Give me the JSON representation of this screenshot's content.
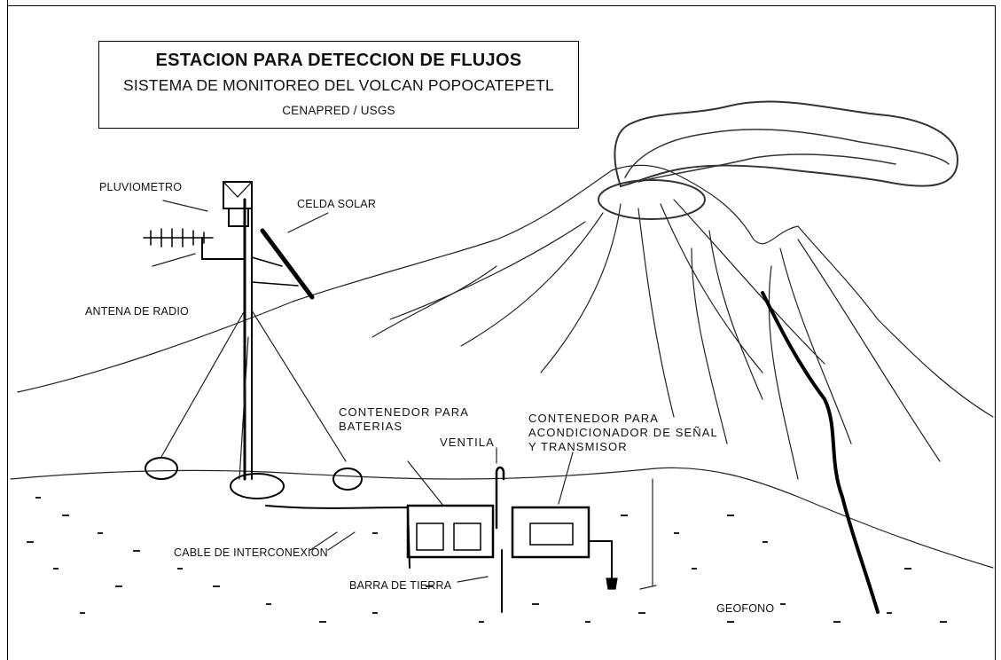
{
  "header": {
    "title": "ESTACION PARA DETECCION DE FLUJOS",
    "subtitle": "SISTEMA DE MONITOREO DEL VOLCAN POPOCATEPETL",
    "credit": "CENAPRED / USGS"
  },
  "labels": {
    "pluviometro": "PLUVIOMETRO",
    "celda_solar": "CELDA SOLAR",
    "antena": "ANTENA DE RADIO",
    "contenedor_baterias_1": "CONTENEDOR PARA",
    "contenedor_baterias_2": "BATERIAS",
    "ventila": "VENTILA",
    "contenedor_senal_1": "CONTENEDOR PARA",
    "contenedor_senal_2": "ACONDICIONADOR DE SEÑAL",
    "contenedor_senal_3": "Y TRANSMISOR",
    "cable": "CABLE DE INTERCONEXION",
    "barra": "BARRA DE TIERRA",
    "geofono": "GEOFONO"
  },
  "colors": {
    "ink": "#111111",
    "ground": "#2a2a2a",
    "background": "#ffffff"
  }
}
